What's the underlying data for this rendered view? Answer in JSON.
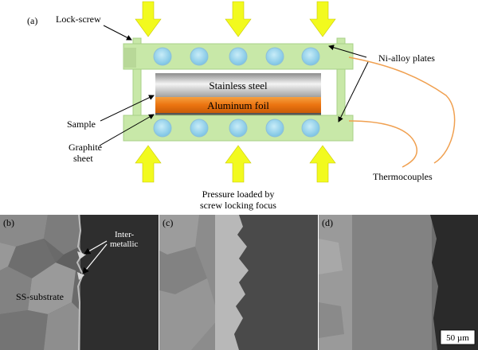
{
  "schematic": {
    "panel_label": "(a)",
    "lock_screw_label": "Lock-screw",
    "ni_alloy_label": "Ni-alloy plates",
    "stainless_label": "Stainless steel",
    "aluminum_label": "Aluminum foil",
    "sample_label": "Sample",
    "graphite_label_line1": "Graphite",
    "graphite_label_line2": "sheet",
    "thermocouples_label": "Thermocouples",
    "pressure_label_line1": "Pressure loaded by",
    "pressure_label_line2": "screw locking focus"
  },
  "micrographs": [
    {
      "label": "(b)"
    },
    {
      "label": "(c)"
    },
    {
      "label": "(d)"
    }
  ],
  "micrograph_b": {
    "intermetallic_line1": "Inter-",
    "intermetallic_line2": "metallic",
    "substrate_label": "SS-substrate"
  },
  "scale_bar": "50 µm",
  "colors": {
    "plate": "#c8e8a8",
    "plate_edge": "#a8d088",
    "ball": "#8ecde8",
    "arrow": "#f2fa1e",
    "foil": "#f07a10",
    "thermocouple": "#f0a050"
  }
}
